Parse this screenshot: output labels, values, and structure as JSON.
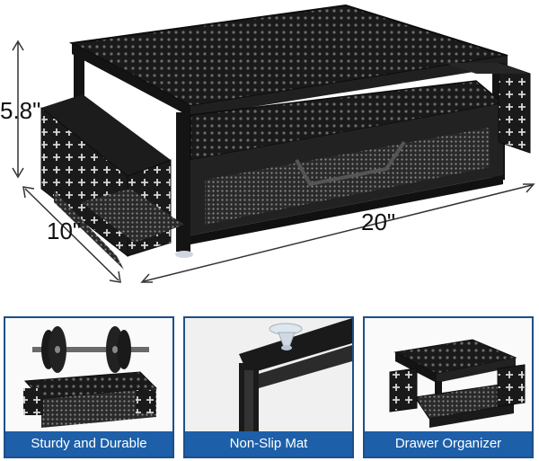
{
  "dimensions": {
    "height": "5.8\"",
    "depth": "10\"",
    "width": "20\""
  },
  "features": [
    {
      "caption": "Sturdy and Durable",
      "icon": "dumbbell-icon"
    },
    {
      "caption": "Non-Slip Mat",
      "icon": "suction-cup-icon"
    },
    {
      "caption": "Drawer Organizer",
      "icon": "drawer-icon"
    }
  ],
  "colors": {
    "caption_bg": "#1d5fa8",
    "panel_border": "#1d4f8a",
    "product": "#1a1a1a"
  }
}
